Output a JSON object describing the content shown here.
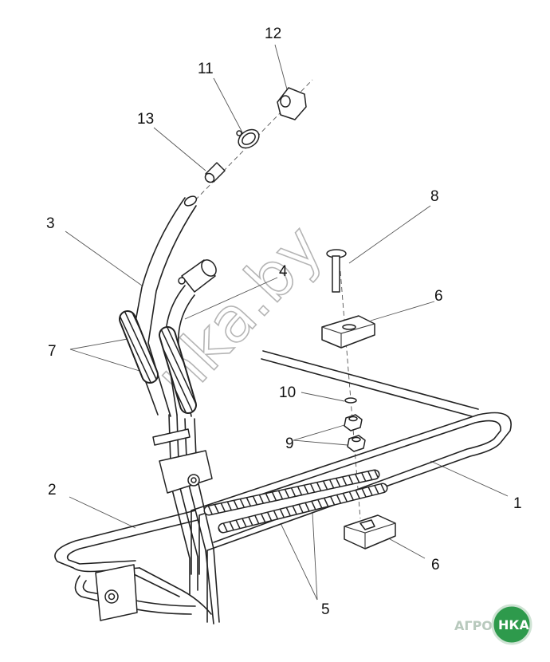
{
  "callouts": {
    "c1": "1",
    "c2": "2",
    "c3": "3",
    "c4": "4",
    "c5": "5",
    "c6a": "6",
    "c6b": "6",
    "c7": "7",
    "c8": "8",
    "c9": "9",
    "c10": "10",
    "c11": "11",
    "c12": "12",
    "c13": "13"
  },
  "watermark": {
    "text": "nka.by"
  },
  "logo": {
    "left": "АГРО",
    "right": "НКА",
    "accent_color": "#2e9a4c"
  },
  "colors": {
    "line": "#222222",
    "leader": "#555555",
    "watermark": "#b5b5b5"
  }
}
